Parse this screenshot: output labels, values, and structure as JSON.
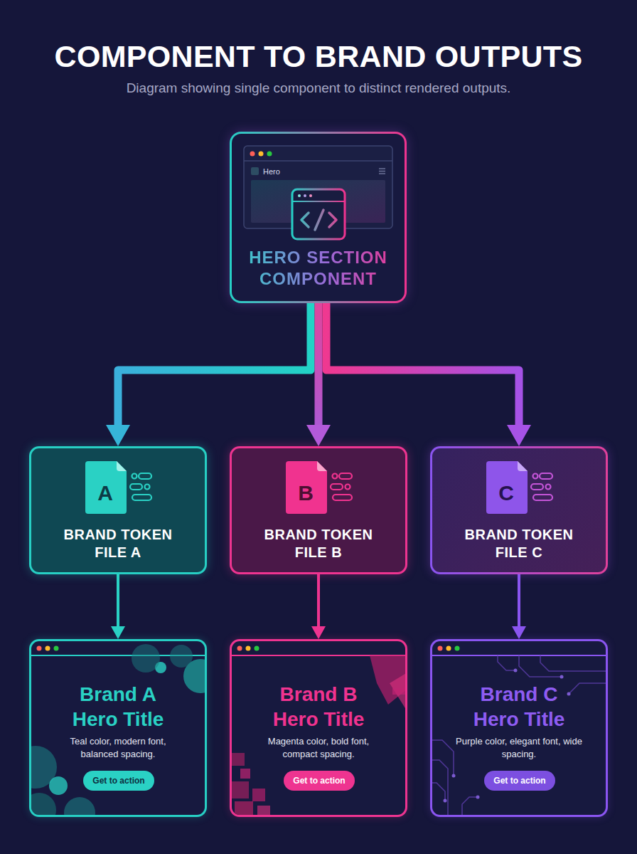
{
  "diagram": {
    "title": "COMPONENT TO BRAND OUTPUTS",
    "caption": "Diagram showing single component to distinct rendered outputs.",
    "nodes": [
      {
        "text": [
          "Hero",
          "HERO SECTION COMPONENT"
        ]
      },
      {
        "text": [
          "A",
          "BRAND TOKEN FILE A"
        ]
      },
      {
        "text": [
          "B",
          "BRAND TOKEN FILE B"
        ]
      },
      {
        "text": [
          "C",
          "BRAND TOKEN FILE C"
        ]
      },
      {
        "text": [
          "Brand A Hero Title",
          "Teal color, modern font, balanced spacing."
        ]
      },
      {
        "text": [
          "Get to action"
        ],
        "in": 4
      },
      {
        "text": [
          "Brand B Hero Title",
          "Magenta color, bold font, compact spacing."
        ]
      },
      {
        "text": [
          "Get to action"
        ],
        "in": 6
      },
      {
        "text": [
          "Brand C Hero Title",
          "Purple color, elegant font, wide spacing."
        ]
      },
      {
        "text": [
          "Get to action"
        ],
        "in": 8
      }
    ],
    "edges": [
      {
        "from": 0,
        "to": 1,
        "arrow": "to"
      },
      {
        "from": 0,
        "to": 2,
        "arrow": "to"
      },
      {
        "from": 0,
        "to": 3,
        "arrow": "to"
      },
      {
        "from": 1,
        "to": 4,
        "arrow": "to"
      },
      {
        "from": 2,
        "to": 6,
        "arrow": "to"
      },
      {
        "from": 3,
        "to": 8,
        "arrow": "to"
      }
    ]
  }
}
